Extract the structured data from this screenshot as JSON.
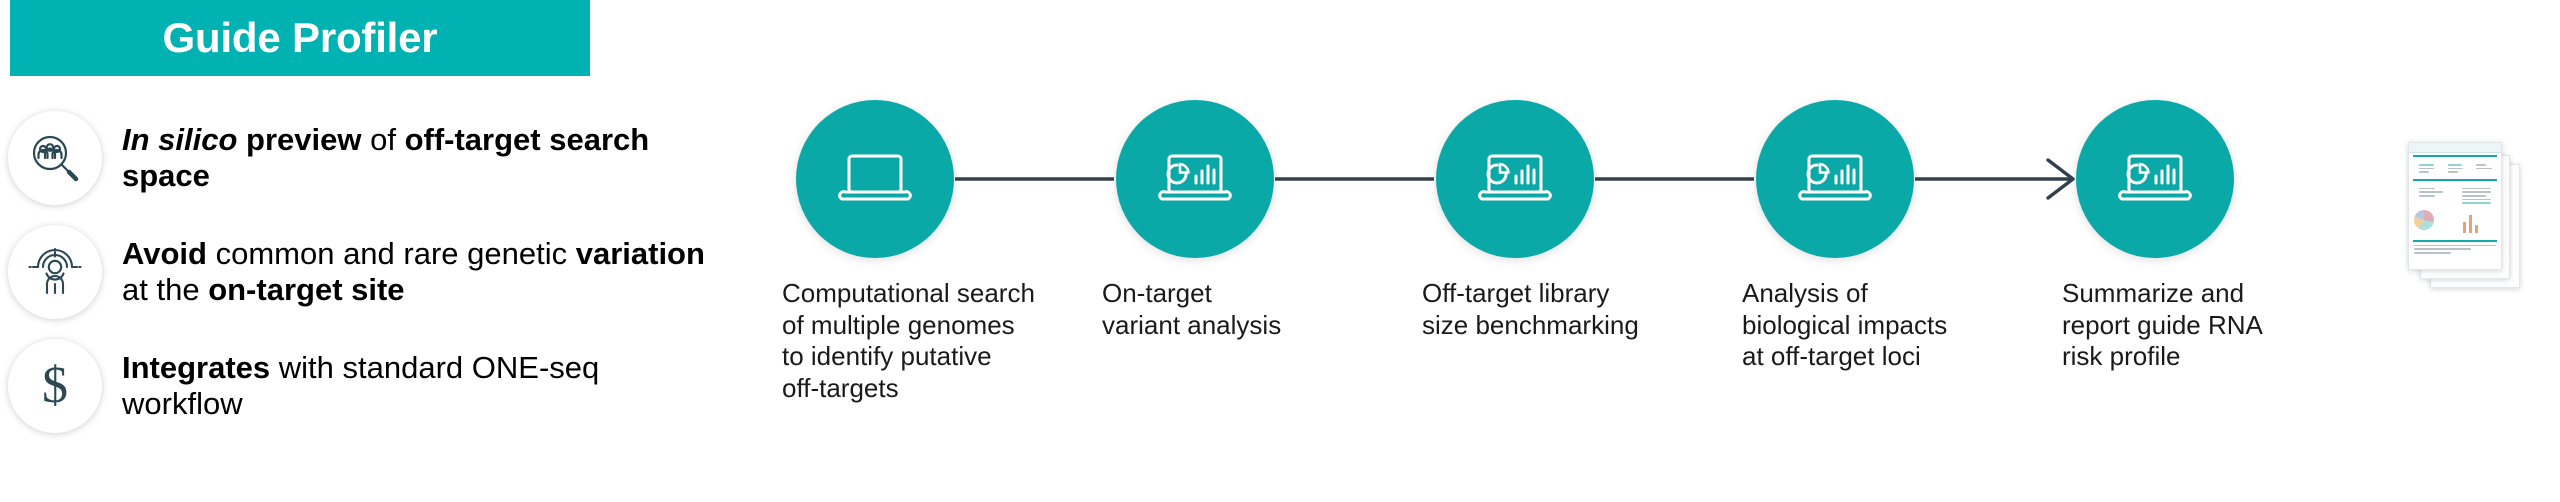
{
  "banner": {
    "title": "Guide Profiler",
    "bg_color": "#00b2b2",
    "text_color": "#ffffff"
  },
  "features": [
    {
      "icon": "magnifier-people-icon",
      "segments": [
        {
          "text": "In silico",
          "style": "bold-italic"
        },
        {
          "text": " preview",
          "style": "bold"
        },
        {
          "text": " of ",
          "style": "normal"
        },
        {
          "text": "off-target search space",
          "style": "bold"
        }
      ],
      "plain_text": "In silico preview of off-target search space"
    },
    {
      "icon": "person-target-icon",
      "segments": [
        {
          "text": "Avoid",
          "style": "bold"
        },
        {
          "text": " common and rare genetic ",
          "style": "normal"
        },
        {
          "text": "variation",
          "style": "bold"
        },
        {
          "text": " at the ",
          "style": "normal"
        },
        {
          "text": "on-target site",
          "style": "bold"
        }
      ],
      "plain_text": "Avoid common and rare genetic variation at the on-target site"
    },
    {
      "icon": "dollar-sign-icon",
      "glyph": "$",
      "segments": [
        {
          "text": "Integrates",
          "style": "bold"
        },
        {
          "text": " with standard ONE-seq workflow",
          "style": "normal"
        }
      ],
      "plain_text": "Integrates with standard ONE-seq workflow"
    }
  ],
  "flow": {
    "circle_color": "#0aa8a6",
    "connector_color": "#32404d",
    "steps": [
      {
        "icon": "laptop-icon",
        "caption": "Computational search\nof multiple genomes\nto identify putative\noff-targets"
      },
      {
        "icon": "laptop-analytics-icon",
        "caption": "On-target\nvariant analysis"
      },
      {
        "icon": "laptop-analytics-icon",
        "caption": "Off-target library\nsize benchmarking"
      },
      {
        "icon": "laptop-analytics-icon",
        "caption": "Analysis of\nbiological impacts\nat off-target loci"
      },
      {
        "icon": "laptop-analytics-icon",
        "caption": "Summarize and\nreport guide RNA\nrisk profile"
      }
    ]
  },
  "report_preview": {
    "name": "guide-rna-risk-report-thumbnail",
    "pages": 3
  }
}
